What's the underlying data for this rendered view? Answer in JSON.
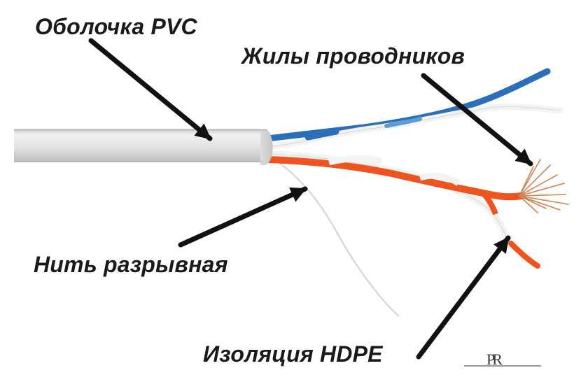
{
  "labels": {
    "sheath": "Оболочка PVC",
    "cores": "Жилы проводников",
    "ripcord": "Нить разрывная",
    "insulation": "Изоляция HDPE"
  },
  "logo": "PR",
  "colors": {
    "sheath": "#e7e7e5",
    "blue_wire": "#2a6fb8",
    "orange_wire": "#ee5420",
    "white_wire": "#f3f3f1",
    "copper": "#c98558",
    "arrow": "#111111"
  }
}
